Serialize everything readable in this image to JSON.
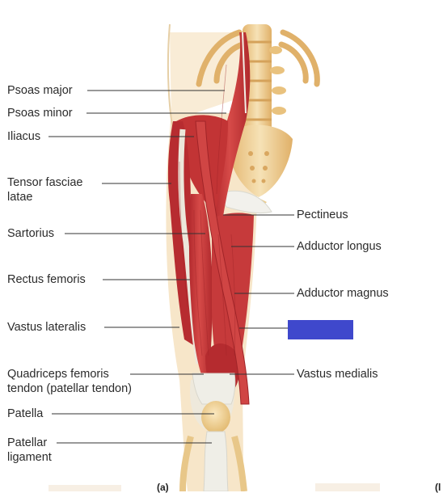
{
  "labels": {
    "psoas_major": "Psoas major",
    "psoas_minor": "Psoas minor",
    "iliacus": "Iliacus",
    "tensor_fasciae_latae": "Tensor fasciae\nlatae",
    "sartorius": "Sartorius",
    "rectus_femoris": "Rectus femoris",
    "vastus_lateralis": "Vastus lateralis",
    "quadriceps_tendon": "Quadriceps femoris\ntendon (patellar tendon)",
    "patella": "Patella",
    "patellar_ligament": "Patellar\nligament",
    "pectineus": "Pectineus",
    "adductor_longus": "Adductor longus",
    "adductor_magnus": "Adductor magnus",
    "vastus_medialis": "Vastus medialis"
  },
  "panel_label": "(a)",
  "panel_label_right": "(l",
  "colors": {
    "muscle": "#c8393b",
    "muscle_dark": "#a3262a",
    "bone": "#f1d9a7",
    "bone_shade": "#dcae64",
    "skin": "#f7e6c9",
    "tendon": "#efefe8",
    "redaction": "#3f48cc"
  }
}
